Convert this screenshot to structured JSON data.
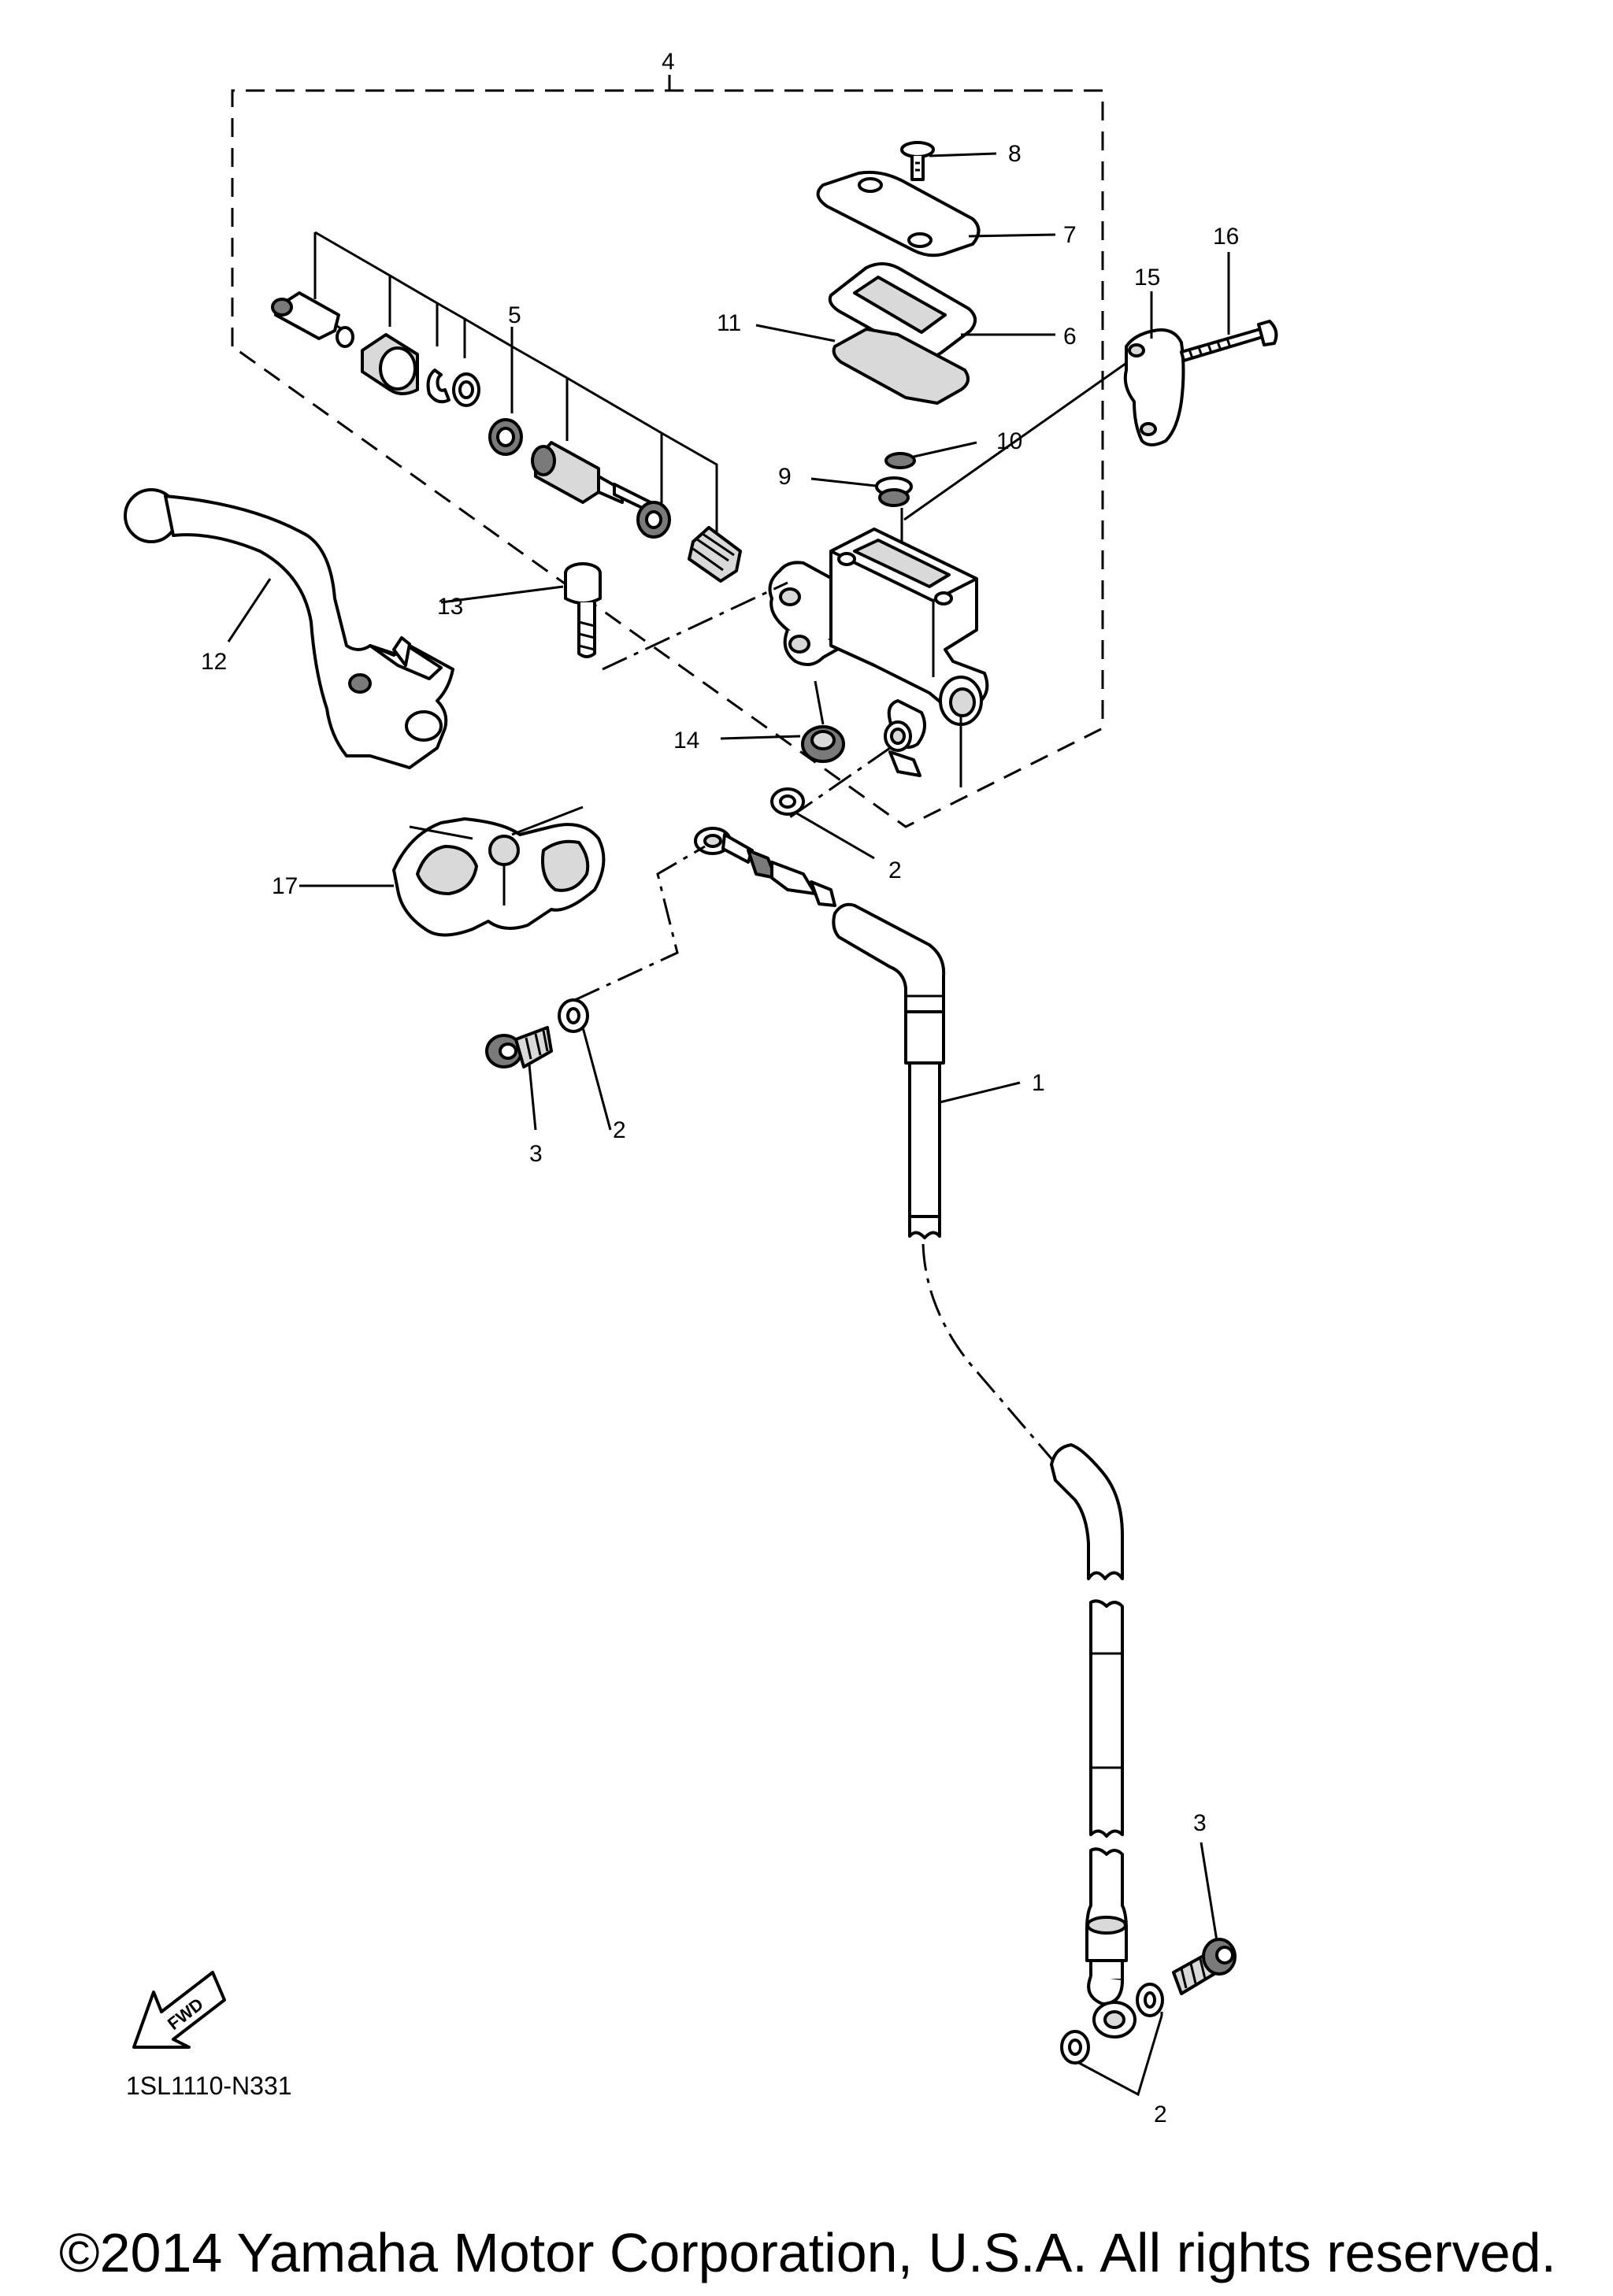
{
  "diagram": {
    "part_code": "1SL1110-N331",
    "copyright": "©2014 Yamaha Motor Corporation, U.S.A. All rights reserved.",
    "fwd_label": "FWD",
    "callouts": {
      "c1": "1",
      "c2a": "2",
      "c2b": "2",
      "c2c": "2",
      "c3a": "3",
      "c3b": "3",
      "c4": "4",
      "c5": "5",
      "c6": "6",
      "c7": "7",
      "c8": "8",
      "c9": "9",
      "c10": "10",
      "c11": "11",
      "c12": "12",
      "c13": "13",
      "c14": "14",
      "c15": "15",
      "c16": "16",
      "c17": "17"
    }
  }
}
